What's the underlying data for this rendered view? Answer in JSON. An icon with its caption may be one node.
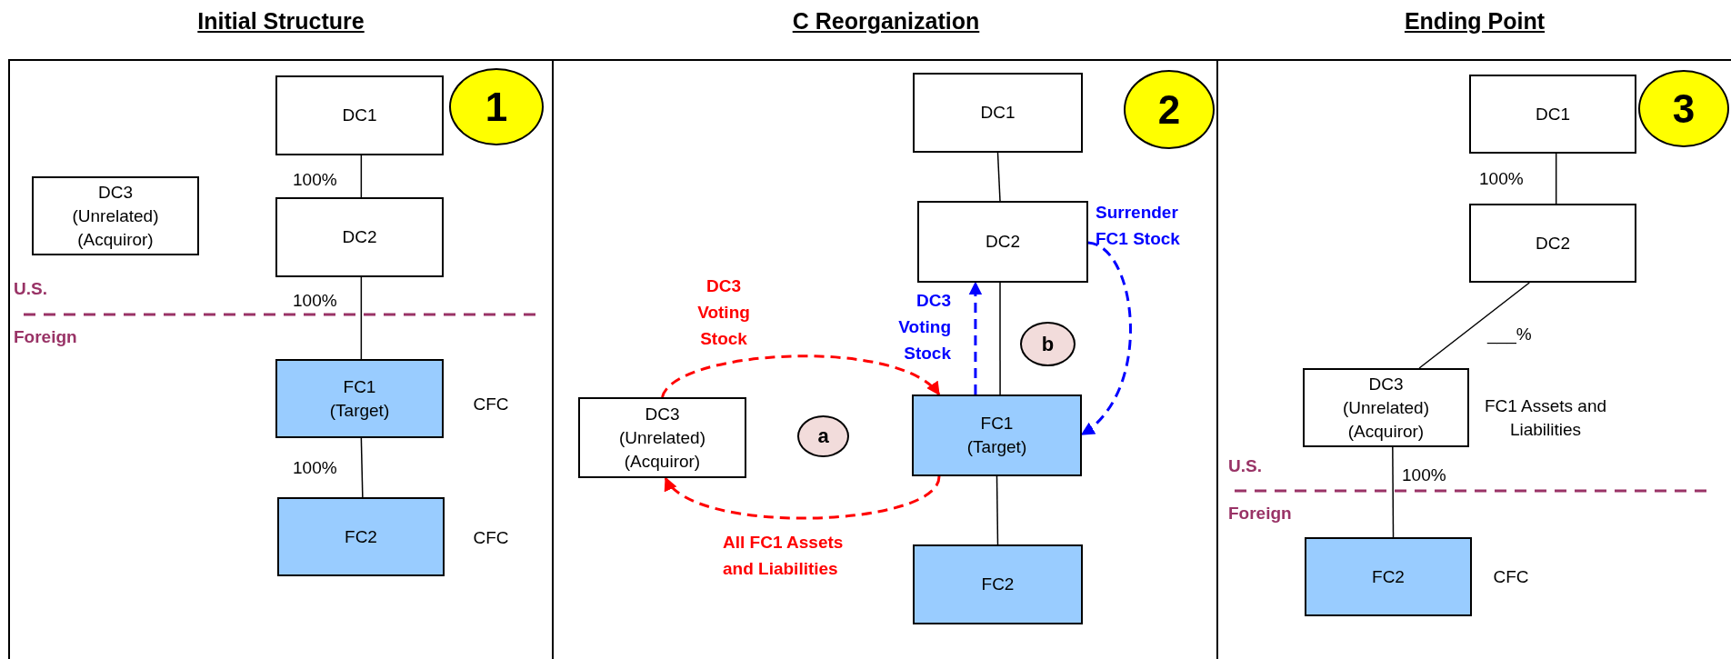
{
  "diagram": {
    "nodes": [
      {
        "text": [
          "Initial Structure"
        ]
      },
      {
        "text": [
          "DC1"
        ],
        "in": 0
      },
      {
        "text": [
          "1"
        ],
        "in": 0
      },
      {
        "text": [
          "DC3",
          "(Unrelated)",
          "(Acquiror)"
        ],
        "in": 0
      },
      {
        "text": [
          "DC2"
        ],
        "in": 0
      },
      {
        "text": [
          "FC1",
          "(Target)"
        ],
        "in": 0,
        "beside": [
          "CFC"
        ]
      },
      {
        "text": [
          "FC2"
        ],
        "in": 0,
        "beside": [
          "CFC"
        ]
      },
      {
        "text": [
          "C Reorganization"
        ]
      },
      {
        "text": [
          "DC1"
        ],
        "in": 7
      },
      {
        "text": [
          "2"
        ],
        "in": 7
      },
      {
        "text": [
          "DC2"
        ],
        "in": 7
      },
      {
        "text": [
          "DC3",
          "(Unrelated)",
          "(Acquiror)"
        ],
        "in": 7
      },
      {
        "text": [
          "a"
        ],
        "in": 7
      },
      {
        "text": [
          "FC1",
          "(Target)"
        ],
        "in": 7
      },
      {
        "text": [
          "b"
        ],
        "in": 7
      },
      {
        "text": [
          "FC2"
        ],
        "in": 7
      },
      {
        "text": [
          "Ending Point"
        ]
      },
      {
        "text": [
          "DC1"
        ],
        "in": 16
      },
      {
        "text": [
          "3"
        ],
        "in": 16
      },
      {
        "text": [
          "DC2"
        ],
        "in": 16
      },
      {
        "text": [
          "DC3",
          "(Unrelated)",
          "(Acquiror)"
        ],
        "in": 16,
        "beside": [
          "FC1 Assets and Liabilities"
        ]
      },
      {
        "text": [
          "FC2"
        ],
        "in": 16,
        "beside": [
          "CFC"
        ]
      }
    ],
    "edges": [
      {
        "from": 1,
        "to": 4,
        "arrow": "none",
        "label": "100%"
      },
      {
        "from": 4,
        "to": 5,
        "arrow": "none",
        "label": "100%"
      },
      {
        "from": 5,
        "to": 6,
        "arrow": "none",
        "label": "100%"
      },
      {
        "from": 8,
        "to": 10,
        "arrow": "none"
      },
      {
        "from": 10,
        "to": 13,
        "arrow": "none"
      },
      {
        "from": 13,
        "to": 15,
        "arrow": "none"
      },
      {
        "from": 11,
        "to": 13,
        "arrow": "to",
        "style": "dashed",
        "color": "#ff0000",
        "label": "DC3 Voting Stock"
      },
      {
        "from": 13,
        "to": 11,
        "arrow": "to",
        "style": "dashed",
        "color": "#ff0000",
        "label": "All FC1 Assets and Liabilities"
      },
      {
        "from": 13,
        "to": 10,
        "arrow": "to",
        "style": "dashed",
        "color": "#0000ff",
        "label": "DC3 Voting Stock"
      },
      {
        "from": 10,
        "to": 13,
        "arrow": "to",
        "style": "dashed",
        "color": "#0000ff",
        "label": "Surrender FC1 Stock"
      },
      {
        "from": 17,
        "to": 19,
        "arrow": "none",
        "label": "100%"
      },
      {
        "from": 19,
        "to": 20,
        "arrow": "none",
        "label": "___%"
      },
      {
        "from": 20,
        "to": 21,
        "arrow": "none",
        "label": "100%"
      }
    ],
    "labels": [
      "U.S.",
      "Foreign",
      "U.S.",
      "Foreign"
    ]
  }
}
